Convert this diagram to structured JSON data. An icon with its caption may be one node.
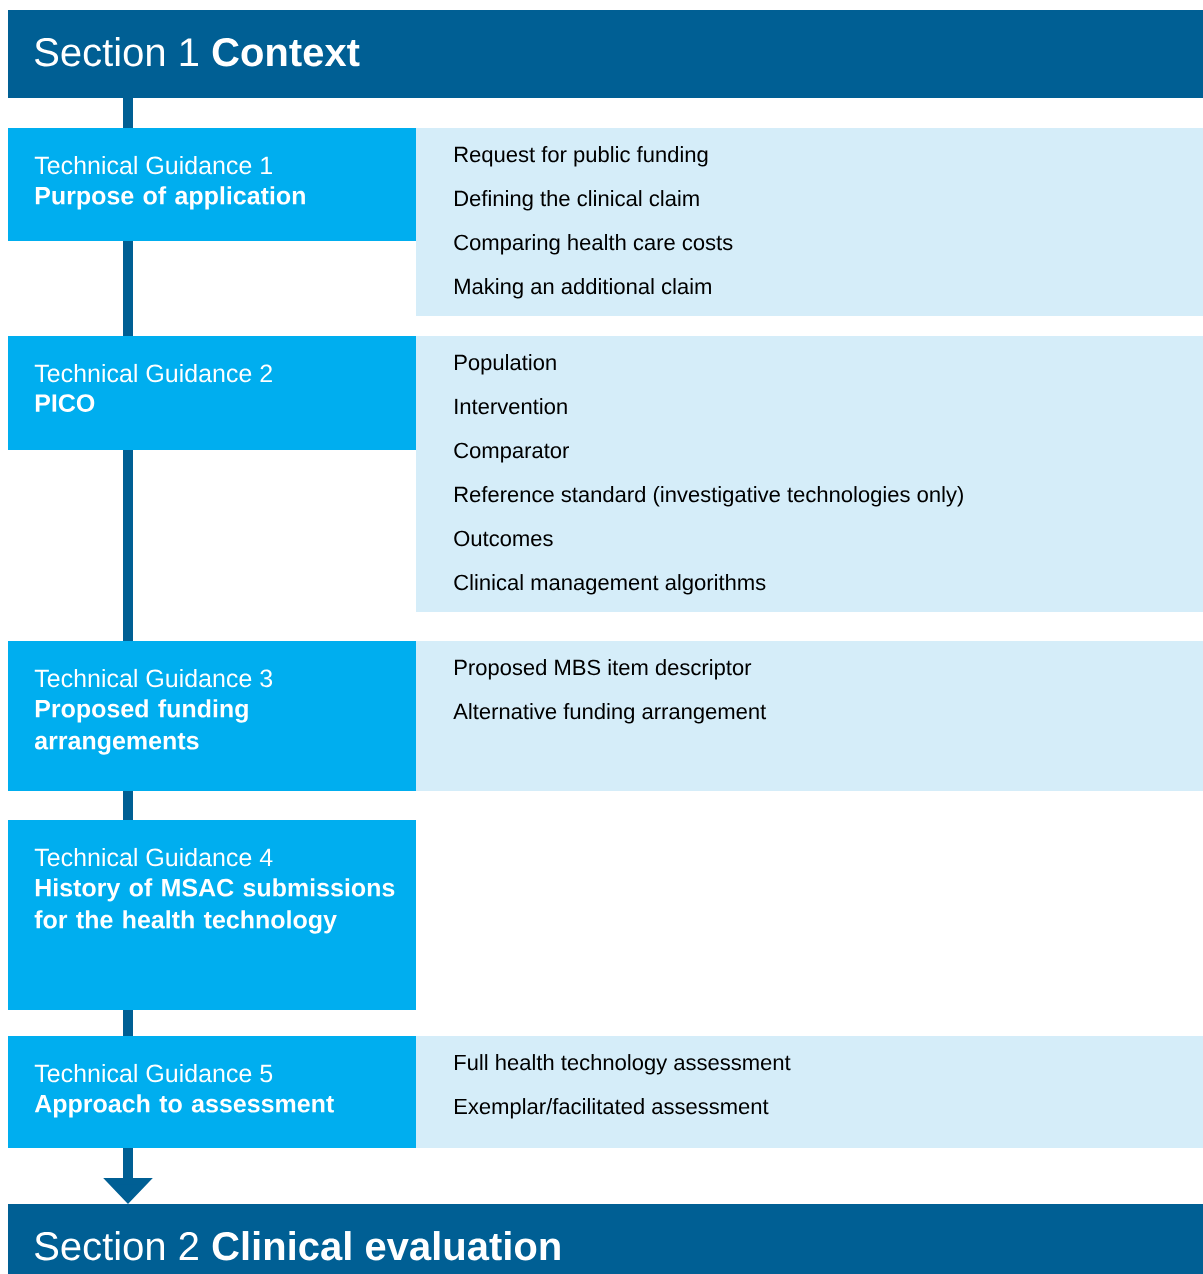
{
  "diagram": {
    "nodes": [
      {
        "text": [
          "Section 1 **Context**"
        ]
      },
      {
        "text": [
          "Technical Guidance 1",
          "Purpose of application"
        ]
      },
      {
        "text": [
          "Request for public funding",
          "Defining the clinical claim",
          "Comparing health care costs",
          "Making an additional claim"
        ]
      },
      {
        "text": [
          "Technical Guidance 2",
          "PICO"
        ]
      },
      {
        "text": [
          "Population",
          "Intervention",
          "Comparator",
          "Reference standard (investigative technologies only)",
          "Outcomes",
          "Clinical management algorithms"
        ]
      },
      {
        "text": [
          "Technical Guidance 3",
          "Proposed funding arrangements"
        ]
      },
      {
        "text": [
          "Proposed MBS item descriptor",
          "Alternative funding arrangement"
        ]
      },
      {
        "text": [
          "Technical Guidance 4",
          "History of MSAC submissions for the health technology"
        ]
      },
      {
        "text": [
          "Technical Guidance 5",
          "Approach to assessment"
        ]
      },
      {
        "text": [
          "Full health technology assessment",
          "Exemplar/facilitated assessment"
        ]
      },
      {
        "text": [
          "Section 2 **Clinical evaluation**"
        ]
      }
    ],
    "edges": [
      {
        "from": 0,
        "to": 1,
        "arrow": "none"
      },
      {
        "from": 1,
        "to": 3,
        "arrow": "none"
      },
      {
        "from": 3,
        "to": 5,
        "arrow": "none"
      },
      {
        "from": 5,
        "to": 7,
        "arrow": "none"
      },
      {
        "from": 7,
        "to": 8,
        "arrow": "none"
      },
      {
        "from": 8,
        "to": 10,
        "arrow": "to"
      }
    ]
  }
}
